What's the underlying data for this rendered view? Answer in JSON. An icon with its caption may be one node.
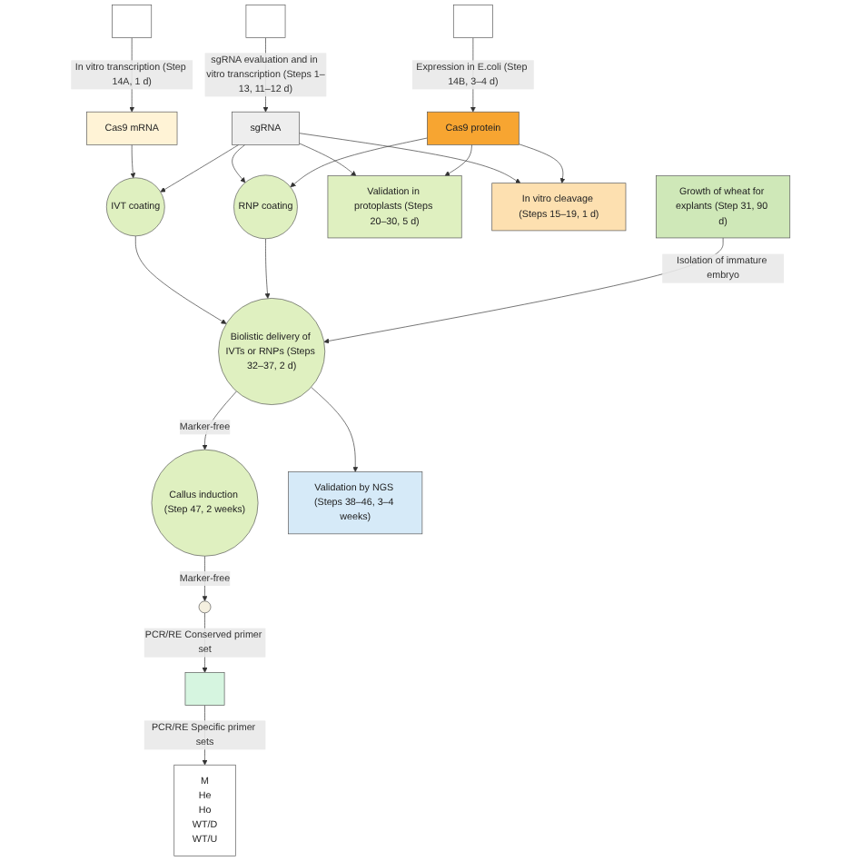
{
  "diagram": {
    "nodes": [
      {
        "text": [],
        "shape": "box"
      },
      {
        "text": [],
        "shape": "box"
      },
      {
        "text": [],
        "shape": "box"
      },
      {
        "text": [
          "Cas9 mRNA"
        ]
      },
      {
        "text": [
          "sgRNA"
        ]
      },
      {
        "text": [
          "Cas9 protein"
        ]
      },
      {
        "text": [
          "IVT coating"
        ]
      },
      {
        "text": [
          "RNP coating"
        ]
      },
      {
        "text": [
          "Validation in protoplasts (Steps 20–30, 5 d)"
        ]
      },
      {
        "text": [
          "In vitro cleavage (Steps 15–19, 1 d)"
        ]
      },
      {
        "text": [
          "Callus induction (Step 47, 2 weeks)"
        ]
      },
      {
        "text": [
          "Biolistic delivery of IVTs or RNPs (Steps 32–37, 2 d)"
        ]
      },
      {
        "text": [
          "Growth of wheat for explants (Step 31, 90 d)"
        ]
      },
      {
        "text": [
          "Validation by NGS (Steps 38–46, 3–4 weeks)"
        ]
      },
      {
        "text": [],
        "shape": "circle"
      },
      {
        "text": [],
        "shape": "box"
      },
      {
        "text": [
          "M",
          "He",
          "Ho",
          "WT/D",
          "WT/U"
        ]
      }
    ],
    "edges": [
      {
        "from": 0,
        "to": 3,
        "arrow": "to",
        "label": "In vitro transcription (Step 14A, 1 d)"
      },
      {
        "from": 1,
        "to": 4,
        "arrow": "to",
        "label": "sgRNA evaluation and in vitro transcription (Steps 1–13, 11–12 d)"
      },
      {
        "from": 2,
        "to": 5,
        "arrow": "to",
        "label": "Expression in E.coli (Step 14B, 3–4 d)"
      },
      {
        "from": 3,
        "to": 6,
        "arrow": "to"
      },
      {
        "from": 4,
        "to": 6,
        "arrow": "to"
      },
      {
        "from": 4,
        "to": 7,
        "arrow": "to"
      },
      {
        "from": 4,
        "to": 8,
        "arrow": "to"
      },
      {
        "from": 4,
        "to": 9,
        "arrow": "to"
      },
      {
        "from": 5,
        "to": 7,
        "arrow": "to"
      },
      {
        "from": 5,
        "to": 8,
        "arrow": "to"
      },
      {
        "from": 5,
        "to": 9,
        "arrow": "to"
      },
      {
        "from": 6,
        "to": 11,
        "arrow": "to"
      },
      {
        "from": 7,
        "to": 11,
        "arrow": "to"
      },
      {
        "from": 12,
        "to": 11,
        "arrow": "to",
        "label": "Isolation of immature embryo"
      },
      {
        "from": 11,
        "to": 10,
        "arrow": "to",
        "label": "Marker-free"
      },
      {
        "from": 11,
        "to": 13,
        "arrow": "to"
      },
      {
        "from": 10,
        "to": 14,
        "arrow": "to",
        "label": "Marker-free"
      },
      {
        "from": 14,
        "to": 15,
        "arrow": "to",
        "label": "PCR/RE Conserved primer set"
      },
      {
        "from": 15,
        "to": 16,
        "arrow": "to",
        "label": "PCR/RE Specific primer sets"
      }
    ]
  }
}
